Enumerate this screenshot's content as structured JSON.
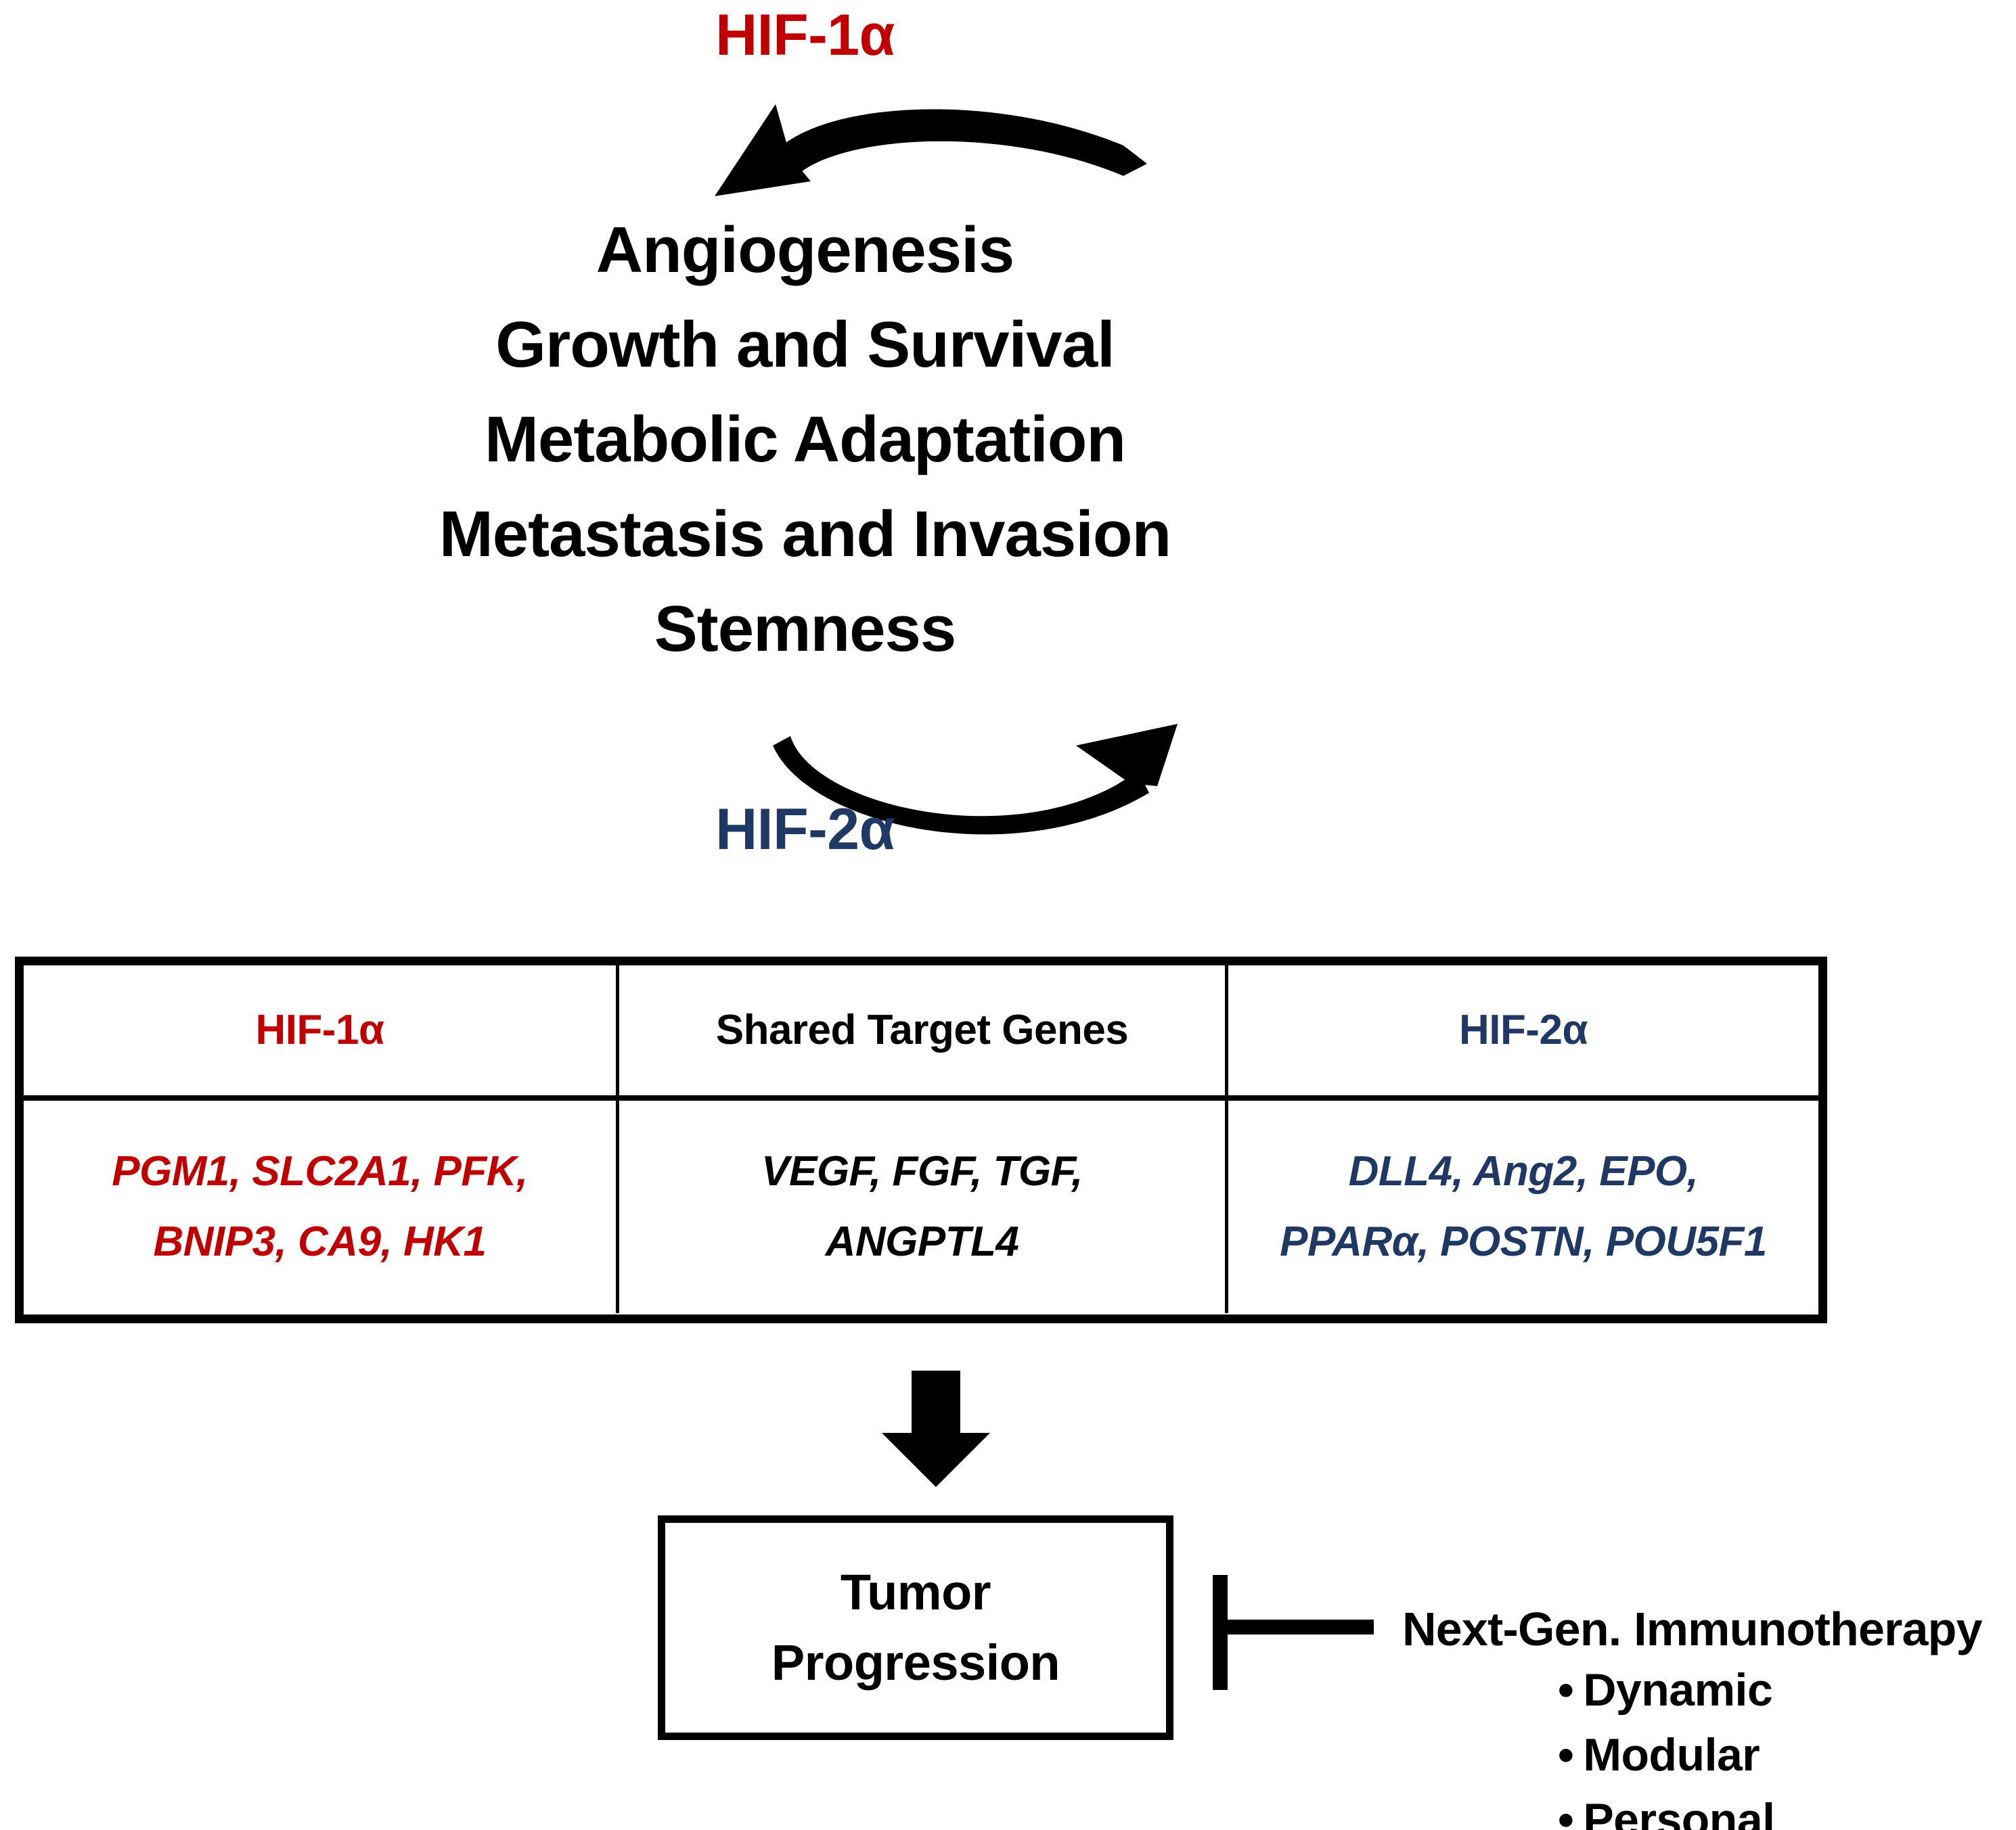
{
  "figure": {
    "title_top": "HIF-1α",
    "title_bottom": "HIF-2α",
    "colors": {
      "hif1a_red": "#C00000",
      "hif2a_blue": "#1F3864",
      "text_black": "#000000",
      "background": "#FFFFFF"
    }
  },
  "top_regulator": {
    "label": "HIF-1α",
    "arrow_icon": "curved-arrow-down-left"
  },
  "bottom_regulator": {
    "label": "HIF-2α",
    "arrow_icon": "curved-arrow-up-right"
  },
  "processes": {
    "lines": [
      "Angiogenesis",
      "Growth and Survival",
      "Metabolic Adaptation",
      "Metastasis and Invasion",
      "Stemness"
    ]
  },
  "gene_table": {
    "headers": [
      "HIF-1α",
      "Shared Target Genes",
      "HIF-2α"
    ],
    "rows": [
      {
        "hif1a_genes": [
          "PGM1, SLC2A1, PFK,",
          "BNIP3, CA9, HK1"
        ],
        "shared_genes": [
          "VEGF, FGF, TGF,",
          "ANGPTL4"
        ],
        "hif2a_genes": [
          "DLL4, Ang2, EPO,",
          "PPARα, POSTN, POU5F1"
        ]
      }
    ]
  },
  "flow": {
    "arrow_icon": "block-arrow-down"
  },
  "outcome": {
    "box_lines": [
      "Tumor",
      "Progression"
    ]
  },
  "inhibition": {
    "icon": "inhibition-tee-icon"
  },
  "therapy": {
    "title": "Next-Gen. Immunotherapy",
    "bullet_glyph": "•",
    "bullets": [
      "Dynamic",
      "Modular",
      "Personal"
    ]
  }
}
